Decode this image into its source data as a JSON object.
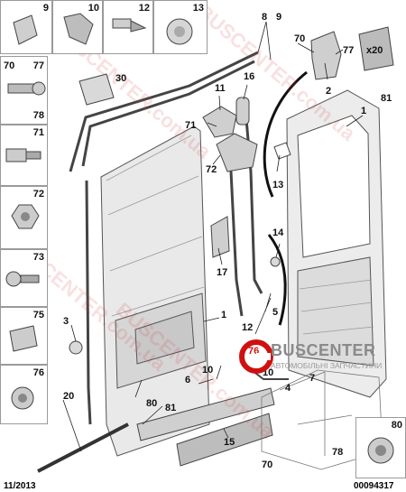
{
  "footer": {
    "date": "11/2013",
    "code": "00094317"
  },
  "logo": {
    "name": "BUSCENTER",
    "subtitle": "АВТОМОБІЛЬНІ ЗАПЧАСТИНИ"
  },
  "watermark": "BUSCENTER.com.ua",
  "fastener_boxes": {
    "top": [
      "9",
      "10",
      "12",
      "13"
    ],
    "left": [
      {
        "labels": [
          "70",
          "77",
          "78"
        ]
      },
      {
        "labels": [
          "71"
        ]
      },
      {
        "labels": [
          "72"
        ]
      },
      {
        "labels": [
          "73"
        ]
      },
      {
        "labels": [
          "75"
        ]
      },
      {
        "labels": [
          "76"
        ]
      }
    ],
    "bottom_right": [
      "80"
    ],
    "multiplier": "x20"
  },
  "callouts": {
    "main": [
      "8",
      "9",
      "70",
      "77",
      "2",
      "81",
      "1",
      "30",
      "16",
      "11",
      "71",
      "72",
      "13",
      "14",
      "17",
      "5",
      "12",
      "3",
      "1",
      "15",
      "20",
      "10",
      "6",
      "80",
      "81",
      "4",
      "7",
      "78",
      "70",
      "10"
    ],
    "red": [
      "76"
    ]
  }
}
